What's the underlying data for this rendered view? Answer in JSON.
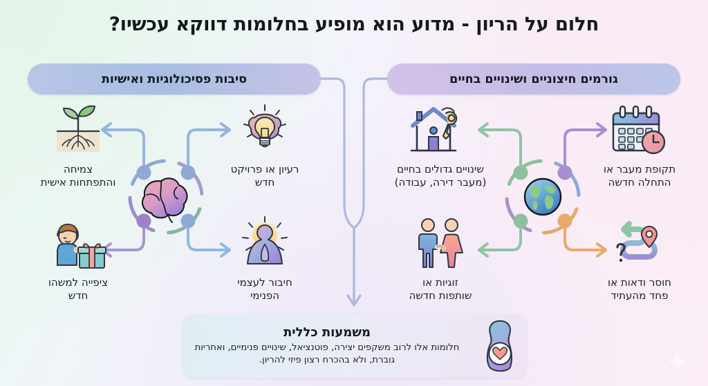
{
  "title": "חלום על הריון - מדוע הוא מופיע בחלומות דווקא עכשיו?",
  "headers": {
    "left": {
      "label": "סיבות פסיכולוגיות ואישיות",
      "color": "#a8bee2"
    },
    "right": {
      "label": "גורמים חיצוניים ושינויים בחיים",
      "color": "#c9bfe8"
    }
  },
  "hubs": {
    "left": {
      "icon": "brain-icon",
      "ring_colors": [
        "#7fb89a",
        "#8fa9d6",
        "#9b8fc7",
        "#a79ad0"
      ]
    },
    "right": {
      "icon": "globe-icon",
      "ring_colors": [
        "#e8a96a",
        "#8fa9d6",
        "#a98fd0",
        "#8fbf9e"
      ]
    }
  },
  "items": {
    "growth": {
      "label": "צמיחה\nוהתפתחות אישית",
      "icon": "seedling-icon",
      "arrow_color": "#93b6dd"
    },
    "idea": {
      "label": "רעיון או פרויקט\nחדש",
      "icon": "lightbulb-brain-icon",
      "arrow_color": "#93b6dd"
    },
    "gift": {
      "label": "ציפייה למשהו\nחדש",
      "icon": "person-gift-icon",
      "arrow_color": "#a398d2"
    },
    "inner": {
      "label": "חיבור לעצמי\nהפנימי",
      "icon": "meditation-icon",
      "arrow_color": "#8dbbe0"
    },
    "change": {
      "label": "שינויים גדולים בחיים\n(מעבר דירה, עבודה)",
      "icon": "house-keys-icon",
      "arrow_color": "#8fc3a6"
    },
    "calendar": {
      "label": "תקופת מעבר או\nהתחלה חדשה",
      "icon": "calendar-clock-icon",
      "arrow_color": "#a98fd0"
    },
    "couple": {
      "label": "זוגיות או\nשותפות חדשה",
      "icon": "couple-icon",
      "arrow_color": "#8fc3a6"
    },
    "fear": {
      "label": "חוסר ודאות או\nפחד מהעתיד",
      "icon": "winding-road-pin-icon",
      "arrow_color": "#e8a96a"
    }
  },
  "summary": {
    "title": "משמעות כללית",
    "body": "חלומות אלו לרוב משקפים יצירה, פוטנציאל, שינויים פנימיים, ואחריות גוברת, ולא בהכרח רצון פיזי להריון.",
    "icon": "pregnant-heart-icon"
  },
  "decor": {
    "watermark": "sparkle-icon",
    "connector_color": "#aeb8e0"
  }
}
